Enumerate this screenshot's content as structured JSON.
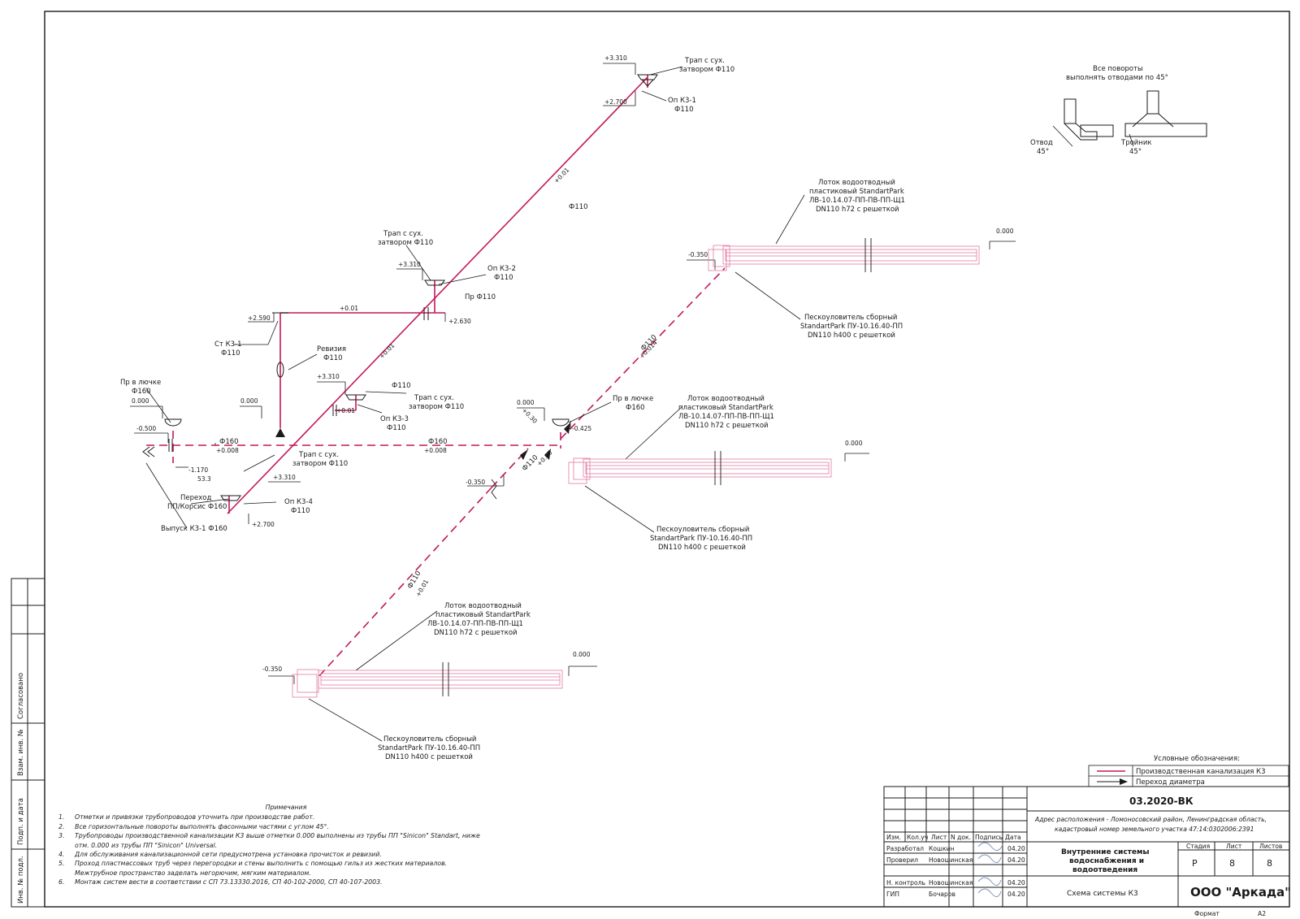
{
  "colors": {
    "pipe": "#c2185b",
    "pipe_light": "#e27aa3",
    "frame": "#1a1a1a"
  },
  "elevations": [
    "+3.310",
    "+2.700",
    "+3.310",
    "+2.590",
    "+2.630",
    "+3.310",
    "0.000",
    "0.000",
    "-0.500",
    "-1.170",
    "53.3",
    "+3.310",
    "+2.700",
    "0.000",
    "-0.425",
    "-0.350",
    "-0.350",
    "0.000",
    "0.000",
    "-0.350",
    "0.000"
  ],
  "slopes": [
    "+0.01",
    "+0.01",
    "+0.01",
    "+0.01",
    "+0.008",
    "+0.008",
    "+0.014",
    "+0.06",
    "+0.30",
    "+0.01"
  ],
  "labels": {
    "trap1_a": "Трап с сух.",
    "trap1_b": "затвором Ф110",
    "stk1_a": "Ст К3-1",
    "stk1_b": "Ф110",
    "rev_a": "Ревизия",
    "rev_b": "Ф110",
    "op1_a": "Оп К3-1",
    "op1_b": "Ф110",
    "trap2_a": "Трап с сух.",
    "trap2_b": "затвором Ф110",
    "op2_a": "Оп К3-2",
    "op2_b": "Ф110",
    "pr110": "Пр Ф110",
    "d110a": "Ф110",
    "d110b": "Ф110",
    "d110c": "Ф110",
    "d110d": "Ф110",
    "d110e": "Ф110",
    "trap3_a": "Трап с сух.",
    "trap3_b": "затвором Ф110",
    "op3_a": "Оп К3-3",
    "op3_b": "Ф110",
    "pr_l1_a": "Пр в лючке",
    "pr_l1_b": "Ф160",
    "d160a": "Ф160",
    "d160b": "Ф160",
    "trap4_a": "Трап с сух.",
    "trap4_b": "затвором Ф110",
    "perehod_a": "Переход",
    "perehod_b": "ПП/Корсис Ф160",
    "op4_a": "Оп К3-4",
    "op4_b": "Ф110",
    "vypusk": "Выпуск К3-1 Ф160",
    "pr_l2_a": "Пр в лючке",
    "pr_l2_b": "Ф160",
    "lotok1_a": "Лоток водоотводный",
    "lotok1_b": "пластиковый StandartPark",
    "lotok1_c": "ЛВ-10.14.07-ПП-ПВ-ПП-Щ1",
    "lotok1_d": "DN110 h72 с решеткой",
    "lotok2_a": "Лоток водоотводный",
    "lotok2_b": "пластиковый StandartPark",
    "lotok2_c": "ЛВ-10.14.07-ПП-ПВ-ПП-Щ1",
    "lotok2_d": "DN110 h72 с решеткой",
    "lotok3_a": "Лоток водоотводный",
    "lotok3_b": "пластиковый StandartPark",
    "lotok3_c": "ЛВ-10.14.07-ПП-ПВ-ПП-Щ1",
    "lotok3_d": "DN110 h72 с решеткой",
    "pesk1_a": "Пескоуловитель сборный",
    "pesk1_b": "StandartPark ПУ-10.16.40-ПП",
    "pesk1_c": "DN110 h400 с решеткой",
    "pesk2_a": "Пескоуловитель сборный",
    "pesk2_b": "StandartPark ПУ-10.16.40-ПП",
    "pesk2_c": "DN110 h400 с решеткой",
    "pesk3_a": "Пескоуловитель сборный",
    "pesk3_b": "StandartPark ПУ-10.16.40-ПП",
    "pesk3_c": "DN110 h400 с решеткой",
    "turns_a": "Все повороты",
    "turns_b": "выполнять отводами по 45°",
    "otvod_a": "Отвод",
    "otvod_b": "45°",
    "troinik_a": "Тройник",
    "troinik_b": "45°"
  },
  "legend": {
    "title": "Условные обозначения:",
    "items": [
      "Производственная канализация К3",
      "Переход диаметра"
    ]
  },
  "notes": {
    "title": "Примечания",
    "items": [
      {
        "n": "1.",
        "text": "Отметки и привязки трубопроводов уточнить при производстве работ."
      },
      {
        "n": "2.",
        "text": "Все горизонтальные повороты выполнять фасонными частями с углом 45°."
      },
      {
        "n": "3.",
        "text": "Трубопроводы производственной канализации К3 выше отметки 0.000 выполнены из трубы ПП \"Sinicon\" Standart, ниже"
      },
      {
        "n": "",
        "text": "отм. 0.000 из трубы ПП \"Sinicon\" Universal."
      },
      {
        "n": "4.",
        "text": "Для обслуживания канализационной сети предусмотрена установка прочисток и ревизий."
      },
      {
        "n": "5.",
        "text": "Проход пластмассовых труб через перегородки и стены выполнить с помощью гильз из жестких материалов."
      },
      {
        "n": "",
        "text": "Межтрубное пространство заделать негорючим, мягким материалом."
      },
      {
        "n": "6.",
        "text": "Монтаж систем вести в соответствии с СП 73.13330.2016, СП 40-102-2000, СП 40-107-2003."
      }
    ]
  },
  "side_stamp": [
    "Согласовано",
    "Взам. инв. №",
    "Подп. и дата",
    "Инв. № подл."
  ],
  "title_block": {
    "code": "03.2020-ВК",
    "address": "Адрес расположения - Ломоносовский район, Ленинградская область,",
    "address2": "кадастровый номер земельного участка 47:14:0302006:2391",
    "headers": [
      "Изм.",
      "Кол.уч",
      "Лист",
      "N док.",
      "Подпись",
      "Дата"
    ],
    "rows": [
      {
        "role": "Разработал",
        "name": "Кошкин",
        "date": "04.20"
      },
      {
        "role": "Проверил",
        "name": "Новошинская",
        "date": "04.20"
      },
      {
        "role": "",
        "name": "",
        "date": ""
      },
      {
        "role": "Н. контроль",
        "name": "Новошинская",
        "date": "04.20"
      },
      {
        "role": "ГИП",
        "name": "Бочаров",
        "date": "04.20"
      }
    ],
    "system_title_a": "Внутренние системы",
    "system_title_b": "водоснабжения и",
    "system_title_c": "водоотведения",
    "stage_header": "Стадия",
    "sheet_header": "Лист",
    "sheets_header": "Листов",
    "stage": "Р",
    "sheet": "8",
    "sheets": "8",
    "scheme": "Схема системы К3",
    "company": "ООО \"Аркада\"",
    "format_label": "Формат",
    "format": "А2"
  }
}
